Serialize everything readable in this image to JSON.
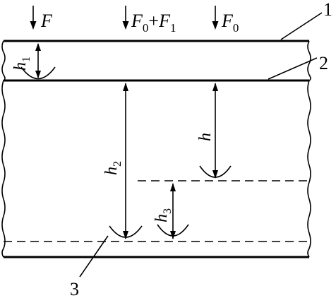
{
  "forces": {
    "f": {
      "symbol": "F"
    },
    "f0_plus_f1": {
      "symbol_a": "F",
      "sub_a": "0",
      "plus": "+",
      "symbol_b": "F",
      "sub_b": "1"
    },
    "f0": {
      "symbol": "F",
      "sub": "0"
    }
  },
  "dimensions": {
    "h1": {
      "symbol": "h",
      "sub": "1"
    },
    "h2": {
      "symbol": "h",
      "sub": "2"
    },
    "h3": {
      "symbol": "h",
      "sub": "3"
    },
    "h": {
      "symbol": "h"
    }
  },
  "callouts": {
    "one": "1",
    "two": "2",
    "three": "3"
  }
}
